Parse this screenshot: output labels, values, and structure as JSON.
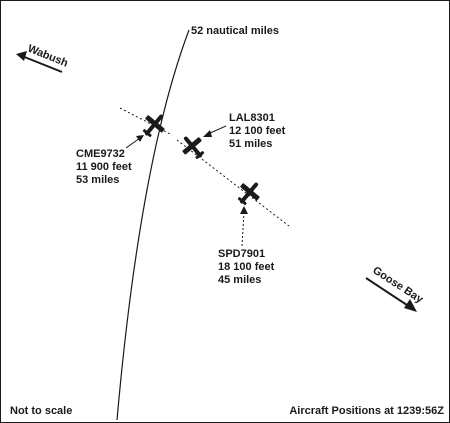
{
  "boundary": {
    "label": "52 nautical miles"
  },
  "directions": {
    "wabush": "Wabush",
    "goose_bay": "Goose Bay"
  },
  "aircraft": [
    {
      "callsign": "CME9732",
      "altitude": "11 900 feet",
      "distance": "53 miles"
    },
    {
      "callsign": "LAL8301",
      "altitude": "12 100 feet",
      "distance": "51 miles"
    },
    {
      "callsign": "SPD7901",
      "altitude": "18 100 feet",
      "distance": "45 miles"
    }
  ],
  "footer": {
    "scale_note": "Not to scale",
    "caption": "Aircraft Positions at 1239:56Z"
  },
  "colors": {
    "ink": "#1a1a1a",
    "background": "#ffffff"
  }
}
